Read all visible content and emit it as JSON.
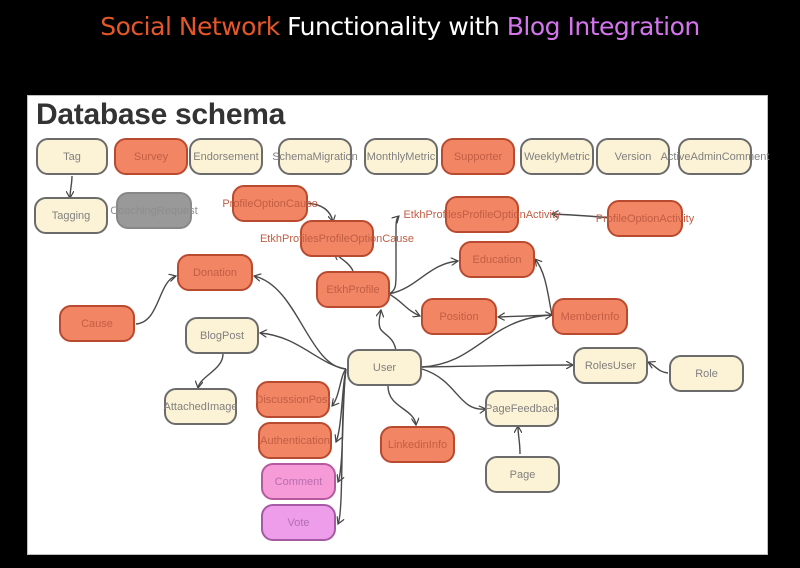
{
  "slide_title": {
    "part1": "Social Network",
    "part2": "Functionality with",
    "part3": "Blog Integration",
    "colors": {
      "part1": "#e4572a",
      "part2": "#ffffff",
      "part3": "#d575ee"
    }
  },
  "diagram": {
    "title": "Database schema",
    "legend_colors": {
      "cream": "#fcf2d5",
      "orange": "#f28563",
      "gray": "#999999",
      "pink": "#f69ad8",
      "violet": "#ee9dea"
    },
    "nodes": {
      "tag": "Tag",
      "survey": "Survey",
      "endorsement": "Endorsement",
      "schema_migration": "SchemaMigration",
      "monthly_metric": "MonthlyMetric",
      "supporter": "Supporter",
      "weekly_metric": "WeeklyMetric",
      "version": "Version",
      "active_admin_comment": "ActiveAdminComment",
      "tagging": "Tagging",
      "coaching_request": "CoachingRequest",
      "profile_option_cause": "ProfileOptionCause",
      "etkh_profiles_profile_option_cause": "EtkhProfilesProfileOptionCause",
      "etkh_profiles_profile_option_activity": "EtkhProfilesProfileOptionActivity",
      "profile_option_activity": "ProfileOptionActivity",
      "donation": "Donation",
      "education": "Education",
      "etkh_profile": "EtkhProfile",
      "cause": "Cause",
      "position": "Position",
      "member_info": "MemberInfo",
      "blog_post": "BlogPost",
      "user": "User",
      "roles_user": "RolesUser",
      "role": "Role",
      "attached_image": "AttachedImage",
      "discussion_post": "DiscussionPost",
      "page_feedback": "PageFeedback",
      "authentication": "Authentication",
      "linkedin_info": "LinkedinInfo",
      "page": "Page",
      "comment": "Comment",
      "vote": "Vote"
    },
    "edges": [
      {
        "from": "Tag",
        "to": "Tagging"
      },
      {
        "from": "ProfileOptionCause",
        "to": "EtkhProfilesProfileOptionCause"
      },
      {
        "from": "EtkhProfile",
        "to": "EtkhProfilesProfileOptionCause"
      },
      {
        "from": "EtkhProfile",
        "to": "EtkhProfilesProfileOptionActivity"
      },
      {
        "from": "ProfileOptionActivity",
        "to": "EtkhProfilesProfileOptionActivity"
      },
      {
        "from": "EtkhProfile",
        "to": "Education"
      },
      {
        "from": "EtkhProfile",
        "to": "Position"
      },
      {
        "from": "MemberInfo",
        "to": "Education"
      },
      {
        "from": "MemberInfo",
        "to": "Position"
      },
      {
        "from": "Cause",
        "to": "Donation"
      },
      {
        "from": "User",
        "to": "Donation"
      },
      {
        "from": "User",
        "to": "EtkhProfile"
      },
      {
        "from": "User",
        "to": "MemberInfo"
      },
      {
        "from": "User",
        "to": "BlogPost"
      },
      {
        "from": "BlogPost",
        "to": "AttachedImage"
      },
      {
        "from": "User",
        "to": "RolesUser"
      },
      {
        "from": "Role",
        "to": "RolesUser"
      },
      {
        "from": "User",
        "to": "PageFeedback"
      },
      {
        "from": "Page",
        "to": "PageFeedback"
      },
      {
        "from": "User",
        "to": "LinkedinInfo"
      },
      {
        "from": "User",
        "to": "DiscussionPost"
      },
      {
        "from": "User",
        "to": "Authentication"
      },
      {
        "from": "User",
        "to": "Comment"
      },
      {
        "from": "User",
        "to": "Vote"
      }
    ]
  }
}
